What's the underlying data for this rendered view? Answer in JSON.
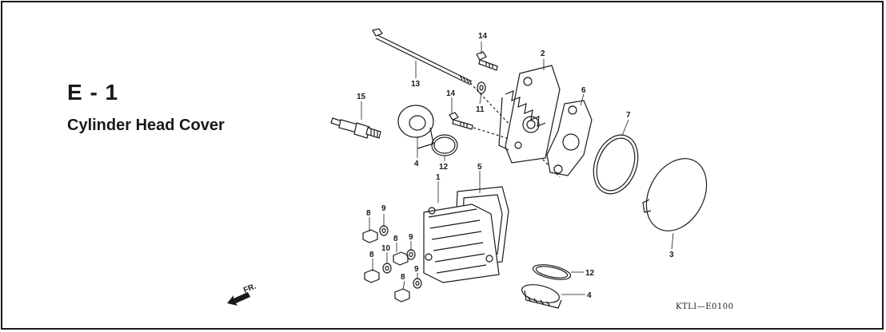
{
  "section": {
    "code": "E - 1",
    "title": "Cylinder Head Cover"
  },
  "drawing_code": "KTLI—E0100",
  "direction_label": "FR.",
  "callouts": {
    "c1": "1",
    "c2": "2",
    "c3": "3",
    "c4a": "4",
    "c4b": "4",
    "c5": "5",
    "c6": "6",
    "c7": "7",
    "c8a": "8",
    "c8b": "8",
    "c8c": "8",
    "c8d": "8",
    "c9a": "9",
    "c9b": "9",
    "c9c": "9",
    "c10": "10",
    "c11": "11",
    "c12a": "12",
    "c12b": "12",
    "c13": "13",
    "c14a": "14",
    "c14b": "14",
    "c15": "15"
  },
  "colors": {
    "ink": "#1a1a1a",
    "paper": "#ffffff"
  }
}
